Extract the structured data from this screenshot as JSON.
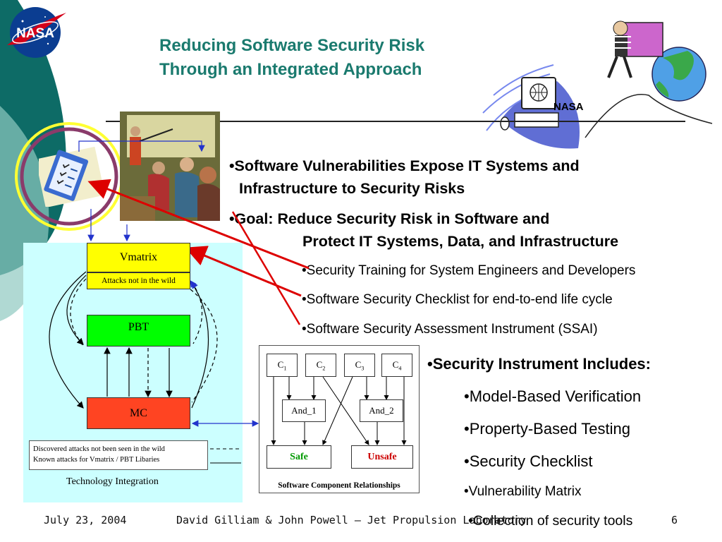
{
  "slide": {
    "title_line1": "Reducing Software Security Risk",
    "title_line2": "Through an Integrated Approach",
    "computer_label": "NASA"
  },
  "bullets": {
    "b1_line1": "•Software Vulnerabilities Expose IT Systems and",
    "b1_line2": "Infrastructure to Security Risks",
    "b2_line1": "•Goal:   Reduce Security Risk in Software and",
    "b2_line2": "Protect IT Systems, Data, and Infrastructure",
    "sub": [
      "•Security Training for System Engineers and Developers",
      "•Software Security Checklist for end-to-end life cycle",
      "•Software Security Assessment Instrument (SSAI)"
    ]
  },
  "instrument": {
    "heading": "•Security Instrument Includes:",
    "items": [
      "•Model-Based Verification",
      "•Property-Based Testing",
      "•Security Checklist",
      "•Vulnerability Matrix",
      "•Collection of security tools"
    ]
  },
  "left_diagram": {
    "vmatrix": "Vmatrix",
    "attacks_not_in_wild": "Attacks not in the wild",
    "pbt": "PBT",
    "mc": "MC",
    "legend_dashed": "Discovered attacks not been seen in the wild",
    "legend_solid": "Known attacks for Vmatrix / PBT Libaries",
    "caption": "Technology Integration"
  },
  "component_diagram": {
    "c_labels": [
      "C",
      "C",
      "C",
      "C"
    ],
    "c_subs": [
      "1",
      "2",
      "3",
      "4"
    ],
    "and1": "And_1",
    "and2": "And_2",
    "safe": "Safe",
    "unsafe": "Unsafe",
    "caption": "Software Component Relationships"
  },
  "footer": {
    "date": "July 23, 2004",
    "authors": "David Gilliam & John Powell – Jet Propulsion Laboratory",
    "page": "6"
  },
  "colors": {
    "title": "#1a7a6e",
    "teal_band": "#0d6b66",
    "panel_bg": "#ccffff",
    "vmatrix_fill": "#ffff00",
    "pbt_fill": "#00ff00",
    "mc_fill": "#ff4422",
    "safe_text": "#009900",
    "unsafe_text": "#cc0000"
  }
}
